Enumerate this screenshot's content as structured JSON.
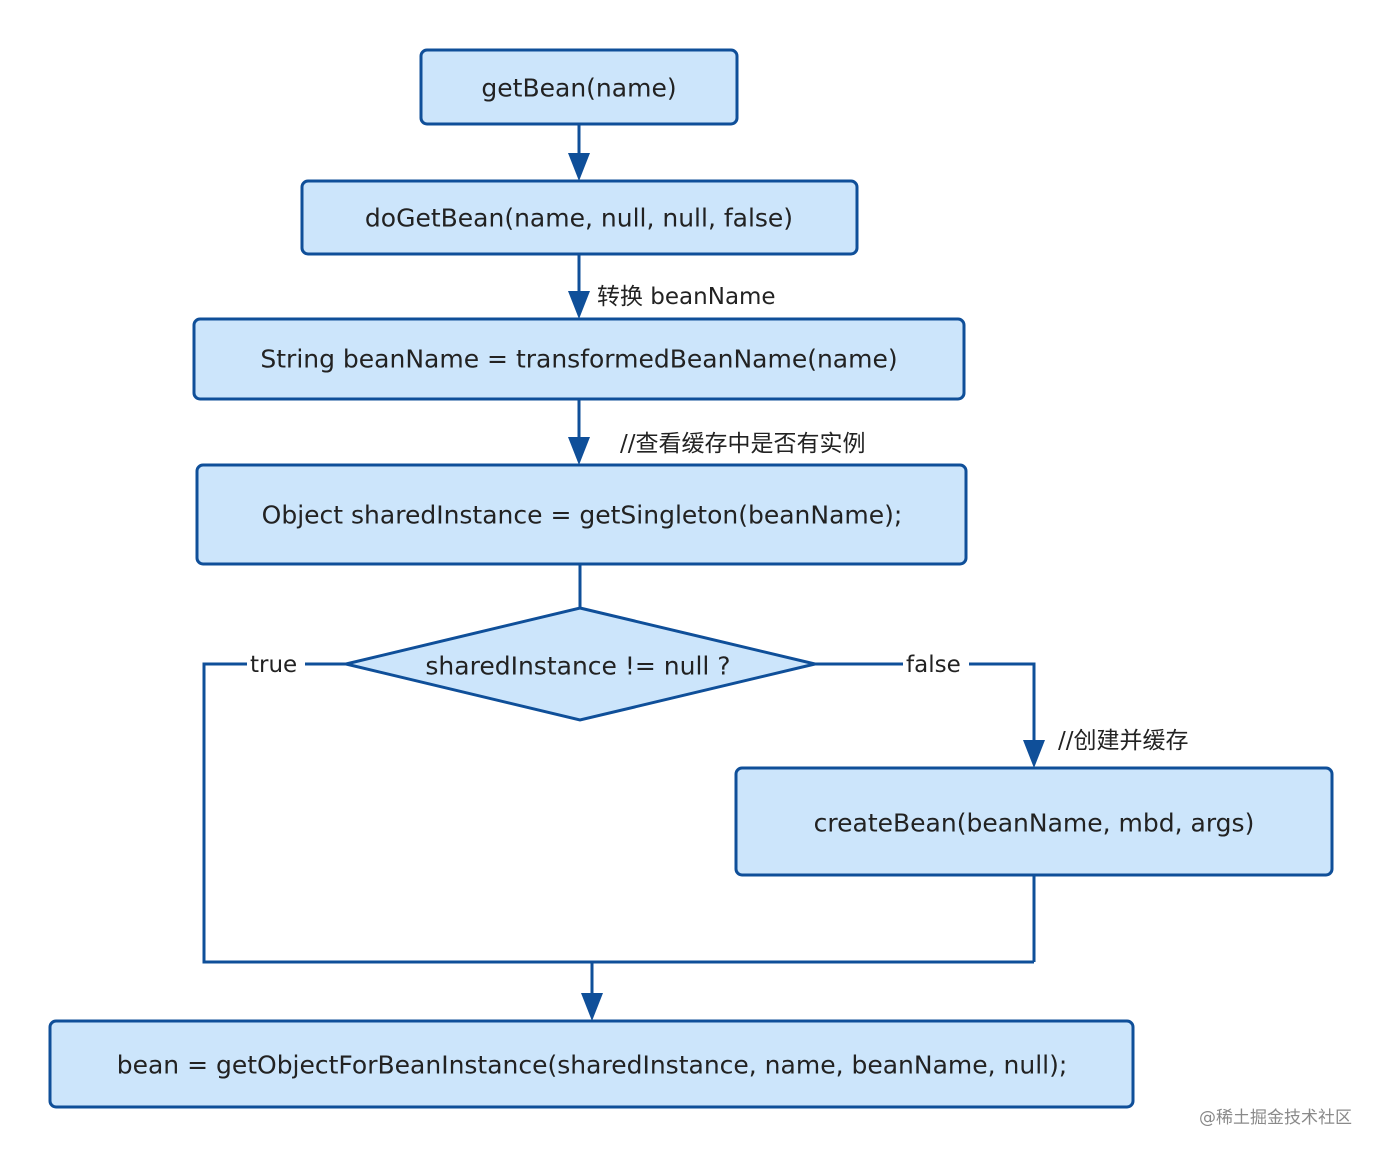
{
  "nodes": {
    "get_bean": "getBean(name)",
    "do_get_bean": "doGetBean(name, null, null, false)",
    "transform_name": "String beanName = transformedBeanName(name)",
    "get_singleton": "Object sharedInstance = getSingleton(beanName);",
    "decision": "sharedInstance != null ?",
    "create_bean": "createBean(beanName, mbd, args)",
    "get_object": "bean = getObjectForBeanInstance(sharedInstance, name, beanName, null);"
  },
  "edge_labels": {
    "convert_bean_name": "转换 beanName",
    "check_cache": "//查看缓存中是否有实例",
    "true_branch": "true",
    "false_branch": "false",
    "create_and_cache": "//创建并缓存"
  },
  "colors": {
    "node_fill": "#cce5fb",
    "node_stroke": "#0f4f99",
    "edge": "#0f4f99"
  },
  "watermark": "@稀土掘金技术社区"
}
